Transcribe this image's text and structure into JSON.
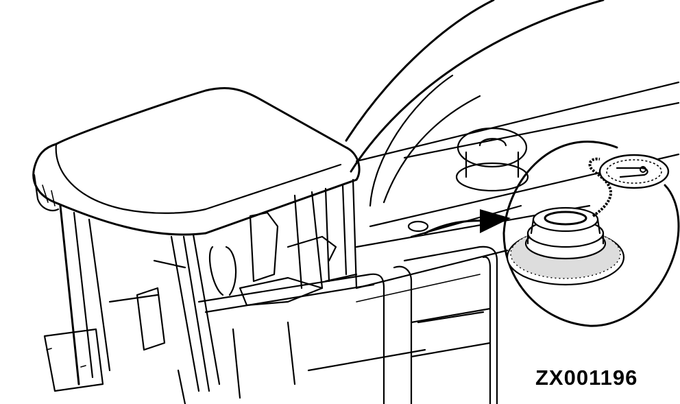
{
  "figure": {
    "label": "ZX001196",
    "subject": "Excavator cab with fuel tank filler cap",
    "callout": {
      "description": "Detail inset of fuel tank filler neck with cap on chain",
      "arrow": "arrow-to-detail"
    }
  },
  "colors": {
    "line": "#000000",
    "background": "#ffffff"
  }
}
